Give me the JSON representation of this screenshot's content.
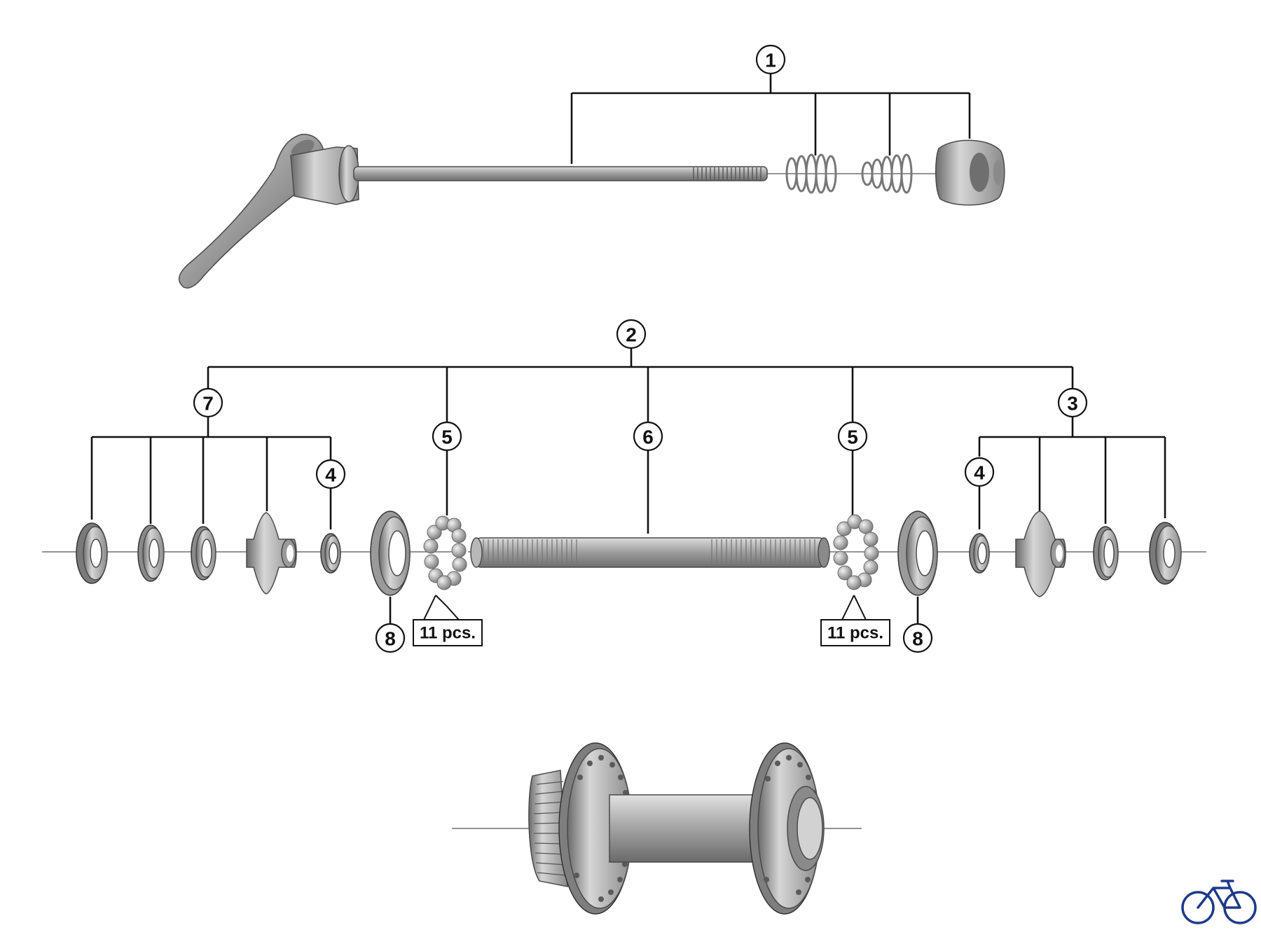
{
  "callouts": {
    "c1": "1",
    "c2": "2",
    "c3": "3",
    "c4a": "4",
    "c4b": "4",
    "c5a": "5",
    "c5b": "5",
    "c6": "6",
    "c7": "7",
    "c8a": "8",
    "c8b": "8"
  },
  "quantities": {
    "left_balls": "11 pcs.",
    "right_balls": "11 pcs."
  },
  "icons": {
    "brand_logo": "bicycle-icon"
  },
  "colors": {
    "metal_light": "#c8c8c8",
    "metal_mid": "#9a9a9a",
    "metal_dark": "#666666",
    "line": "#111111",
    "logo": "#1e3a8a"
  }
}
